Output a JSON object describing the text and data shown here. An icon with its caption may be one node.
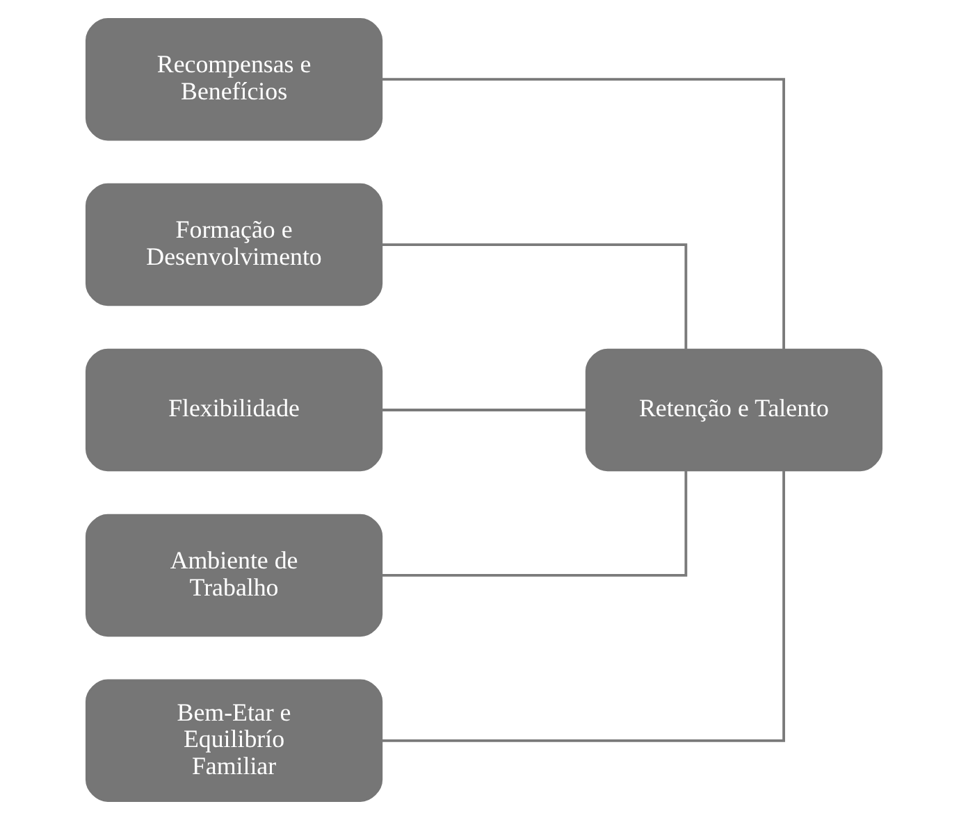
{
  "diagram": {
    "nodes": [
      {
        "text": [
          "Recompensas e Benefícios"
        ]
      },
      {
        "text": [
          "Formação e Desenvolvimento"
        ]
      },
      {
        "text": [
          "Flexibilidade"
        ]
      },
      {
        "text": [
          "Ambiente de Trabalho"
        ]
      },
      {
        "text": [
          "Bem-Etar e Equilibrío Familiar"
        ]
      },
      {
        "text": [
          "Retenção e Talento"
        ]
      }
    ],
    "edges": [
      {
        "from": 0,
        "to": 5,
        "arrow": "none"
      },
      {
        "from": 1,
        "to": 5,
        "arrow": "none"
      },
      {
        "from": 2,
        "to": 5,
        "arrow": "none"
      },
      {
        "from": 3,
        "to": 5,
        "arrow": "none"
      },
      {
        "from": 4,
        "to": 5,
        "arrow": "none"
      }
    ]
  }
}
